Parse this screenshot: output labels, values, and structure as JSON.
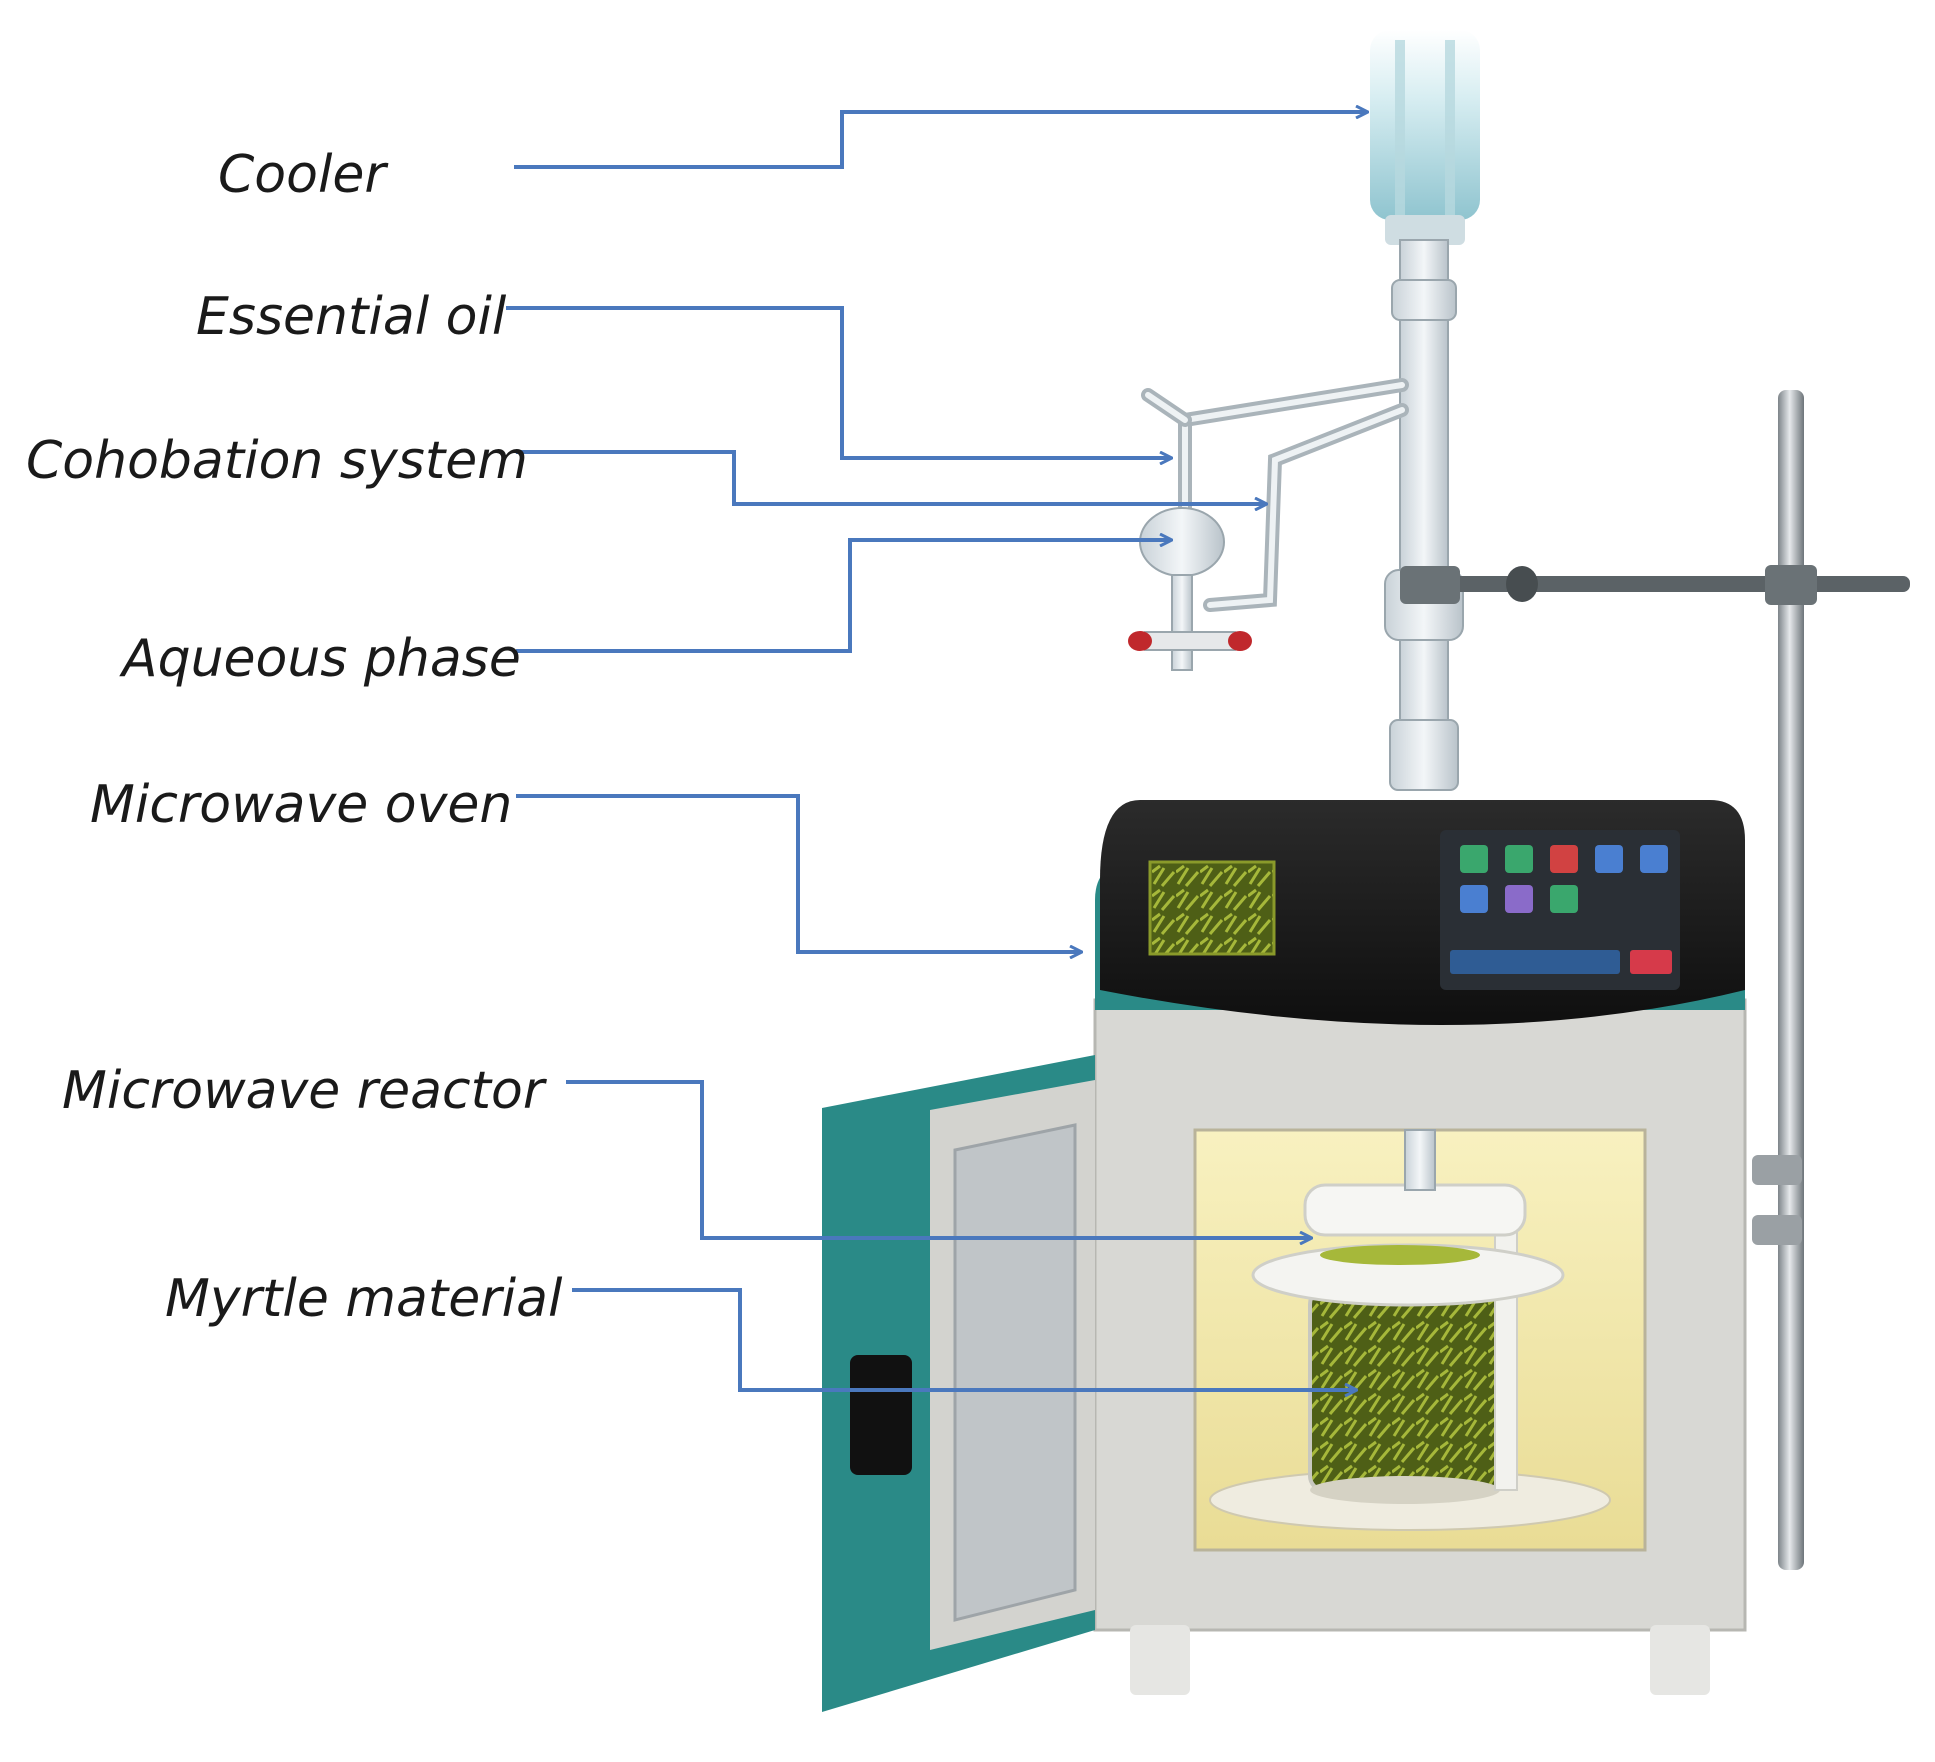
{
  "labels": {
    "cooler": "Cooler",
    "essential_oil": "Essential oil",
    "cohobation_system": "Cohobation system",
    "aqueous_phase": "Aqueous phase",
    "microwave_oven": "Microwave oven",
    "microwave_reactor": "Microwave reactor",
    "myrtle_material": "Myrtle material"
  },
  "colors": {
    "arrow": "#4a78bd",
    "oven_teal": "#2a8a87",
    "oven_panel": "#1c1c1c",
    "cavity_light": "#f6efb8",
    "cabinet_grey": "#d9d9d6",
    "glass": "#d7dfe4",
    "plant": "#6a7d1f"
  }
}
